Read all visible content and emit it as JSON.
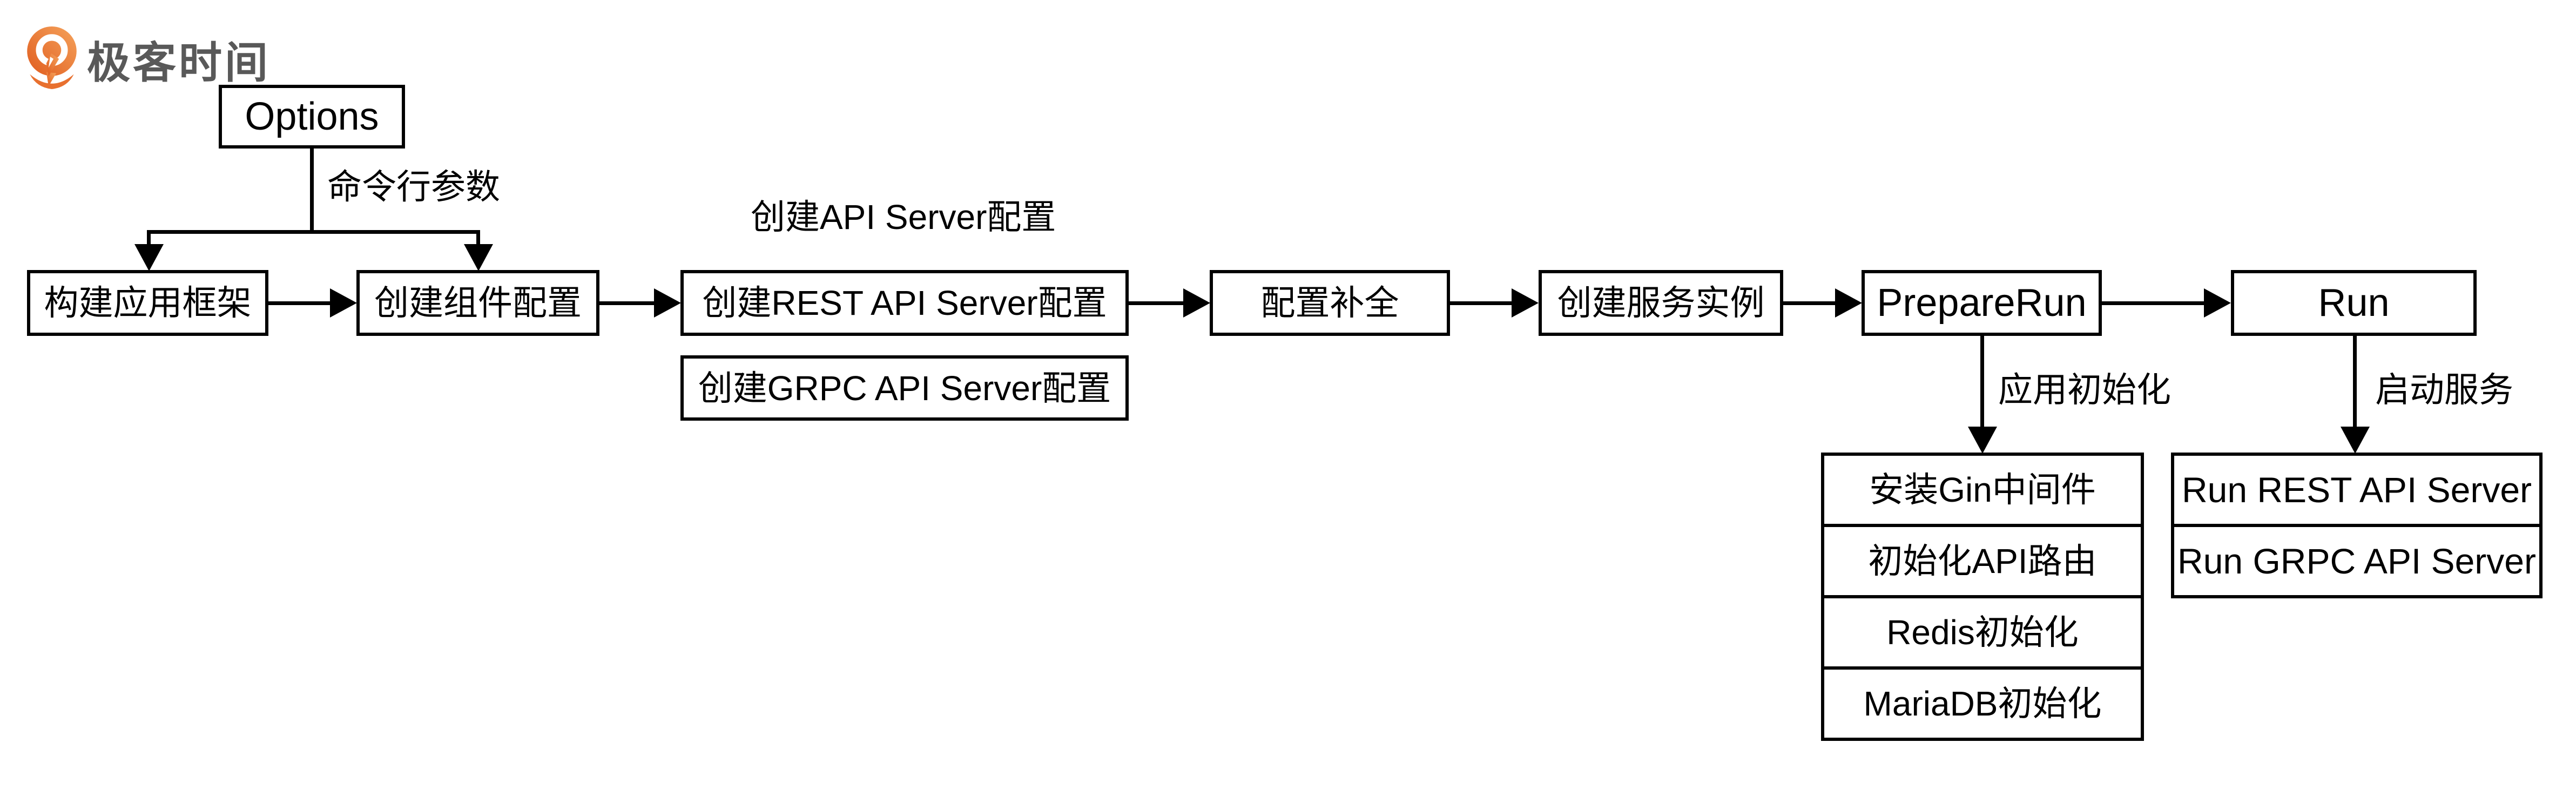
{
  "colors": {
    "ink": "#000000",
    "background": "#ffffff",
    "logo_orange_dark": "#e05c1e",
    "logo_orange_light": "#f5a35c",
    "logo_gray": "#595959"
  },
  "logo": {
    "brand_text": "极客时间",
    "icon": "geektime-pin-logo"
  },
  "diagram": {
    "options_label": "Options",
    "flow_boxes": [
      "构建应用框架",
      "创建组件配置",
      "创建REST API Server配置",
      "配置补全",
      "创建服务实例",
      "PrepareRun",
      "Run"
    ],
    "grpc_box_label": "创建GRPC API Server配置",
    "edge_labels": {
      "cmdline": "命令行参数",
      "api_server_config": "创建API Server配置",
      "app_init": "应用初始化",
      "start_service": "启动服务"
    },
    "init_steps": [
      "安装Gin中间件",
      "初始化API路由",
      "Redis初始化",
      "MariaDB初始化"
    ],
    "run_steps": [
      "Run REST API Server",
      "Run GRPC API Server"
    ]
  }
}
